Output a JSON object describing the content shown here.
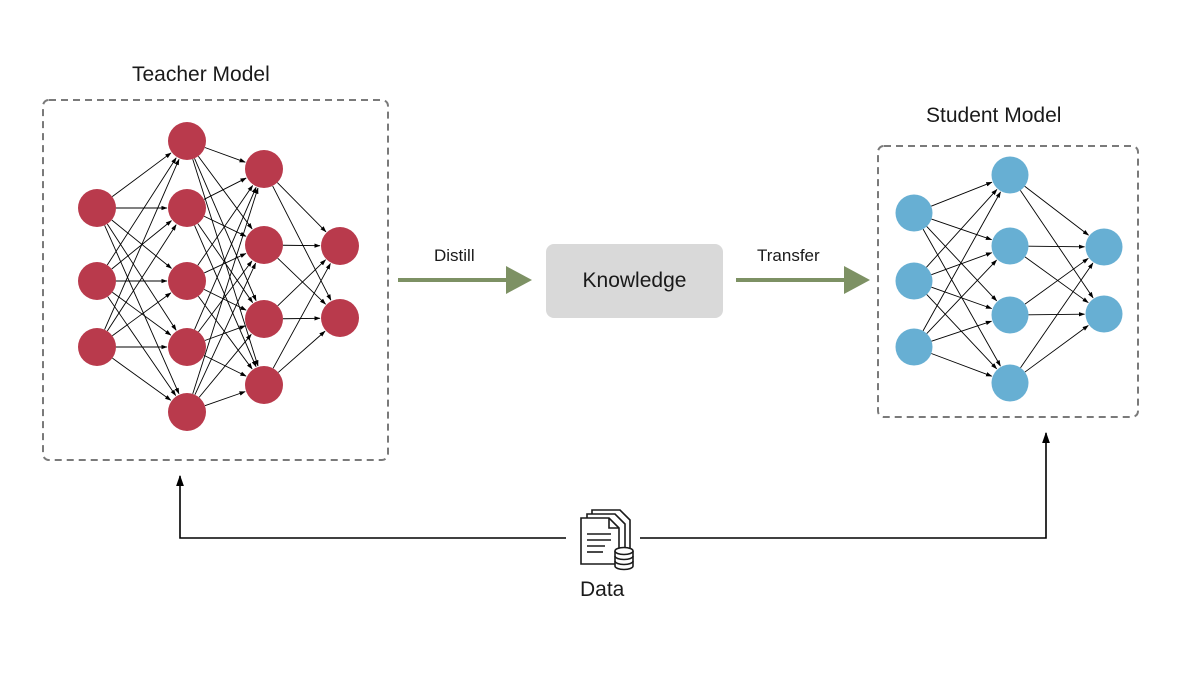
{
  "teacher": {
    "title": "Teacher Model",
    "layers": [
      3,
      5,
      4,
      2
    ],
    "node_color": "#b93a4c"
  },
  "student": {
    "title": "Student Model",
    "layers": [
      3,
      4,
      2
    ],
    "node_color": "#67afd3"
  },
  "flow": {
    "distill_label": "Distill",
    "knowledge_label": "Knowledge",
    "transfer_label": "Transfer",
    "arrow_color": "#7d9164"
  },
  "data": {
    "label": "Data",
    "icon": "database-documents-icon"
  }
}
